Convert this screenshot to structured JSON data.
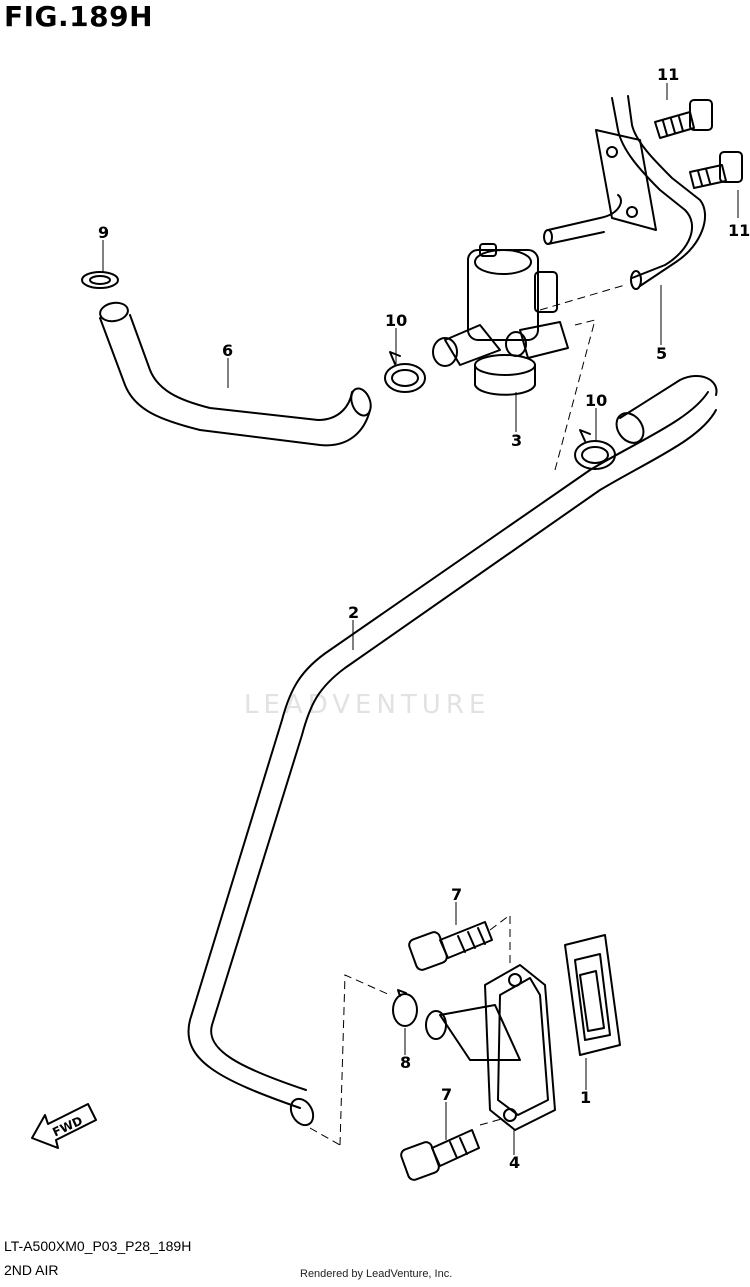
{
  "header": {
    "title": "FIG.189H"
  },
  "parts": [
    {
      "ref": "1",
      "name": "gasket"
    },
    {
      "ref": "2",
      "name": "long hose"
    },
    {
      "ref": "3",
      "name": "valve"
    },
    {
      "ref": "4",
      "name": "cover"
    },
    {
      "ref": "5",
      "name": "pipe"
    },
    {
      "ref": "6",
      "name": "hose"
    },
    {
      "ref": "7",
      "name": "bolt"
    },
    {
      "ref": "7",
      "name": "bolt"
    },
    {
      "ref": "8",
      "name": "clamp"
    },
    {
      "ref": "9",
      "name": "clamp"
    },
    {
      "ref": "10",
      "name": "clip"
    },
    {
      "ref": "10",
      "name": "clip"
    },
    {
      "ref": "11",
      "name": "bolt"
    },
    {
      "ref": "11",
      "name": "bolt"
    }
  ],
  "fwd_label": "FWD",
  "watermark": "LEADVENTURE",
  "footer": {
    "code": "LT-A500XM0_P03_P28_189H",
    "caption": "2ND AIR",
    "rendered_by": "Rendered by LeadVenture, Inc."
  }
}
